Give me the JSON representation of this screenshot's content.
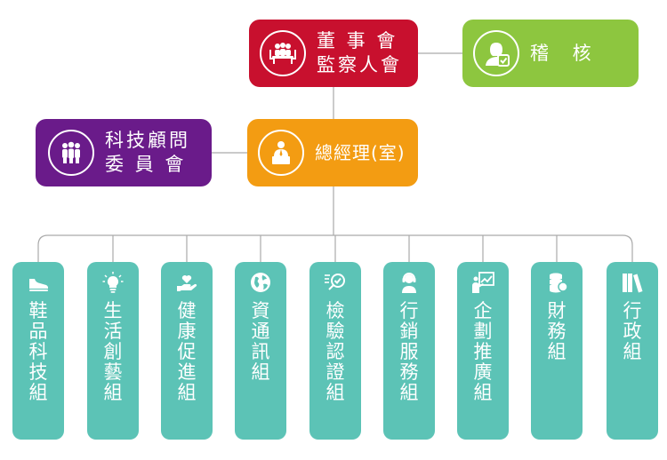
{
  "board": {
    "line1": "董 事 會",
    "line2": "監察人會",
    "icon": "meeting-icon",
    "color": "#c8102e"
  },
  "audit": {
    "label": "稽 核",
    "icon": "auditor-icon",
    "color": "#8dc63f"
  },
  "tech_committee": {
    "line1": "科技顧問",
    "line2": "委 員 會",
    "icon": "group-icon",
    "color": "#6a1b8a"
  },
  "gm": {
    "label": "總經理(室)",
    "icon": "manager-icon",
    "color": "#f39c12"
  },
  "dept_color": "#5cc3b6",
  "departments": [
    {
      "label": "鞋品科技組",
      "icon": "shoe-icon"
    },
    {
      "label": "生活創藝組",
      "icon": "lightbulb-icon"
    },
    {
      "label": "健康促進組",
      "icon": "heart-hand-icon"
    },
    {
      "label": "資通訊組",
      "icon": "globe-icon"
    },
    {
      "label": "檢驗認證組",
      "icon": "inspection-icon"
    },
    {
      "label": "行銷服務組",
      "icon": "service-agent-icon"
    },
    {
      "label": "企劃推廣組",
      "icon": "presentation-icon"
    },
    {
      "label": "財務組",
      "icon": "coins-icon"
    },
    {
      "label": "行政組",
      "icon": "books-icon"
    }
  ]
}
